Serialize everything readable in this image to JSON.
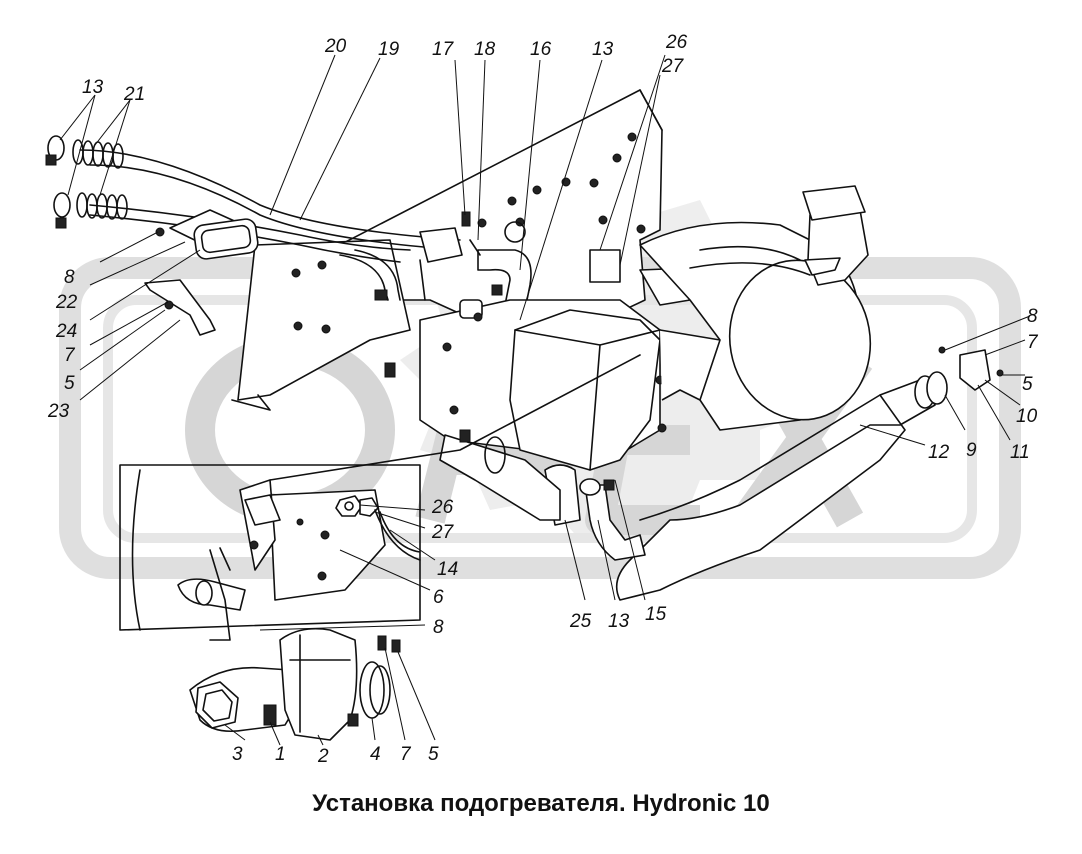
{
  "caption": "Установка подогревателя. Hydronic 10",
  "watermark": {
    "text": "OPEX",
    "color": "#d4d4d4"
  },
  "callouts": {
    "c13a": "13",
    "c21": "21",
    "c20": "20",
    "c19": "19",
    "c17": "17",
    "c18": "18",
    "c16": "16",
    "c13b": "13",
    "c26a": "26",
    "c27a": "27",
    "c8a": "8",
    "c22": "22",
    "c24": "24",
    "c7a": "7",
    "c5a": "5",
    "c23": "23",
    "c8b": "8",
    "c7b": "7",
    "c5b": "5",
    "c10": "10",
    "c9": "9",
    "c11": "11",
    "c12": "12",
    "c26b": "26",
    "c27b": "27",
    "c14": "14",
    "c6": "6",
    "c8c": "8",
    "c25": "25",
    "c13c": "13",
    "c15": "15",
    "c3": "3",
    "c1": "1",
    "c2": "2",
    "c4": "4",
    "c7c": "7",
    "c5c": "5"
  }
}
